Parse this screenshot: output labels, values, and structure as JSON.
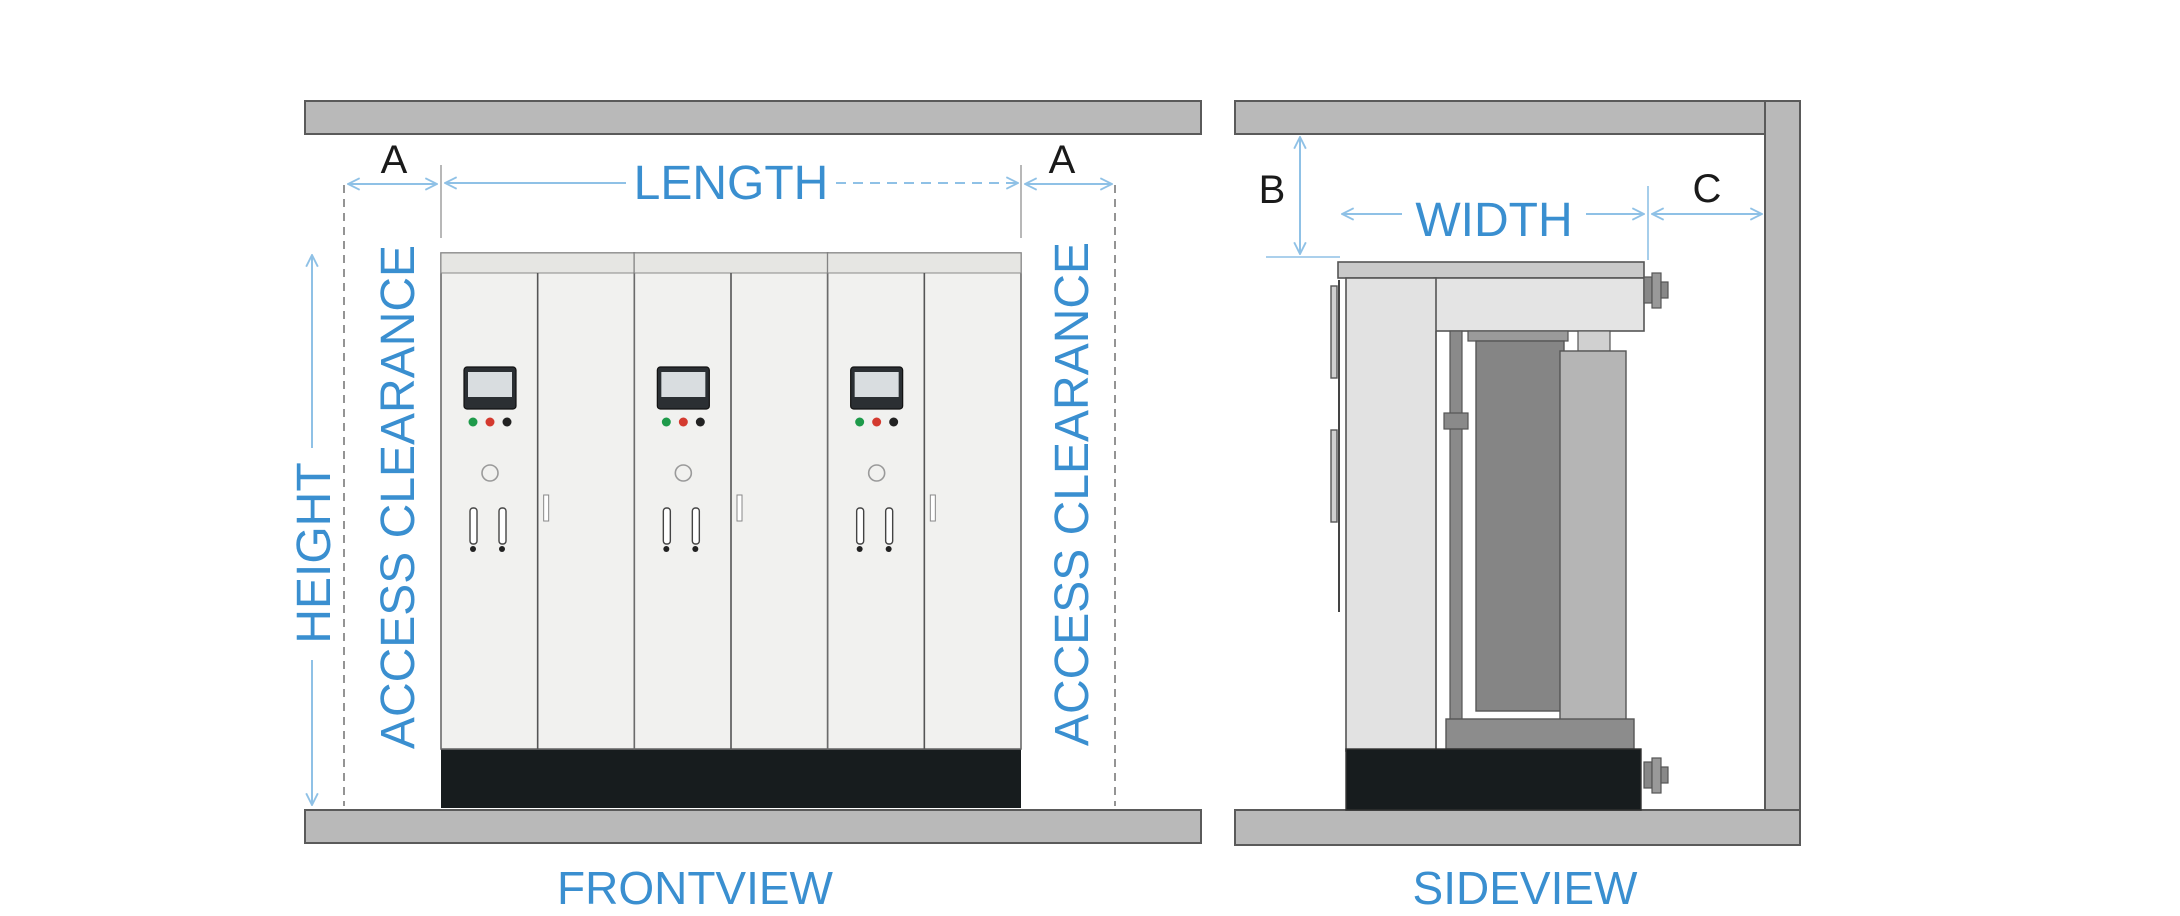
{
  "labels": {
    "front_caption": "FRONTVIEW",
    "side_caption": "SIDEVIEW",
    "length": "LENGTH",
    "height": "HEIGHT",
    "width": "WIDTH",
    "access_clearance_left": "ACCESS CLEARANCE",
    "access_clearance_right": "ACCESS CLEARANCE",
    "a_left": "A",
    "a_right": "A",
    "b": "B",
    "c": "C"
  },
  "colors": {
    "label_blue": "#3a8fd0",
    "dimension_line": "#8fc1e6",
    "slab_gray": "#b9b9b9",
    "cabinet_white": "#f1f1ef",
    "plinth_black": "#171c1e",
    "indicator_green": "#1e9a4a",
    "indicator_red": "#d43a2f",
    "indicator_black": "#222222"
  },
  "front_view": {
    "cabinet_count": 3
  }
}
